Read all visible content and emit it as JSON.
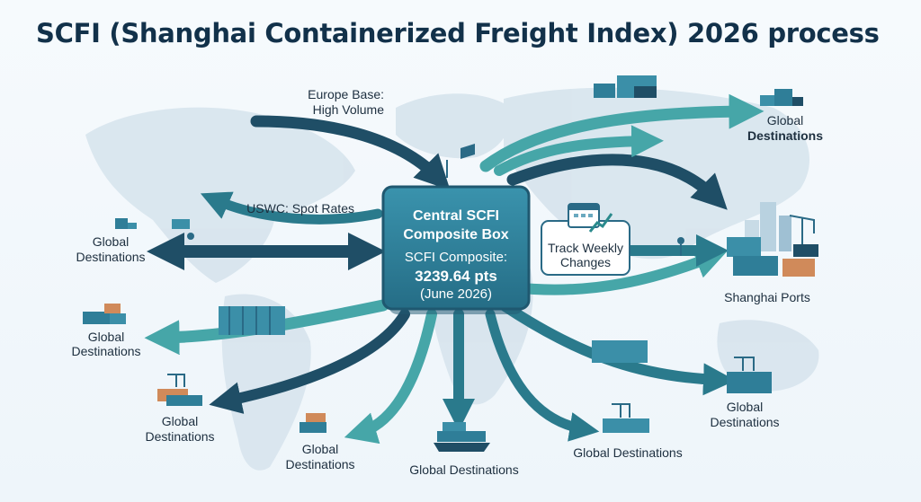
{
  "title": "SCFI (Shanghai Containerized Freight Index) 2026 process",
  "central_box": {
    "heading_line1": "Central SCFI",
    "heading_line2": "Composite Box",
    "composite_label": "SCFI Composite:",
    "composite_value": "3239.64 pts",
    "date": "(June 2026)"
  },
  "track_box": {
    "line1": "Track Weekly",
    "line2": "Changes"
  },
  "labels": {
    "europe_line1": "Europe Base:",
    "europe_line2": "High Volume",
    "uswc": "USWC: Spot Rates",
    "shanghai_ports": "Shanghai Ports",
    "global": "Global",
    "destinations": "Destinations",
    "global_destinations": "Global Destinations"
  },
  "colors": {
    "title": "#12314a",
    "arrow_dark": "#1f4e66",
    "arrow_mid": "#2a7a8c",
    "arrow_light": "#46a6a8",
    "box_fill": "#2f7e98",
    "map": "#d7e4ed"
  },
  "icons": [
    "calendar-chart-icon",
    "container-stack-icon",
    "port-crane-icon",
    "location-pin-icon",
    "cargo-ship-icon"
  ]
}
